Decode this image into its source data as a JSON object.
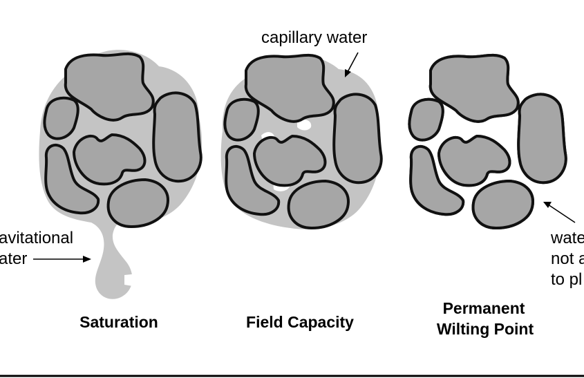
{
  "panels": [
    {
      "id": "saturation",
      "title": "Saturation"
    },
    {
      "id": "field-capacity",
      "title": "Field Capacity"
    },
    {
      "id": "wilting",
      "title_line1": "Permanent",
      "title_line2": "Wilting Point"
    }
  ],
  "annotations": {
    "capillary": "capillary water",
    "gravitational_line1": "avitational",
    "gravitational_line2": "ater",
    "unavailable_line1": "wate",
    "unavailable_line2": "not a",
    "unavailable_line3": "to pl"
  },
  "colors": {
    "grain_fill": "#a6a6a6",
    "water_film": "#c4c4c4",
    "outline": "#111111"
  }
}
